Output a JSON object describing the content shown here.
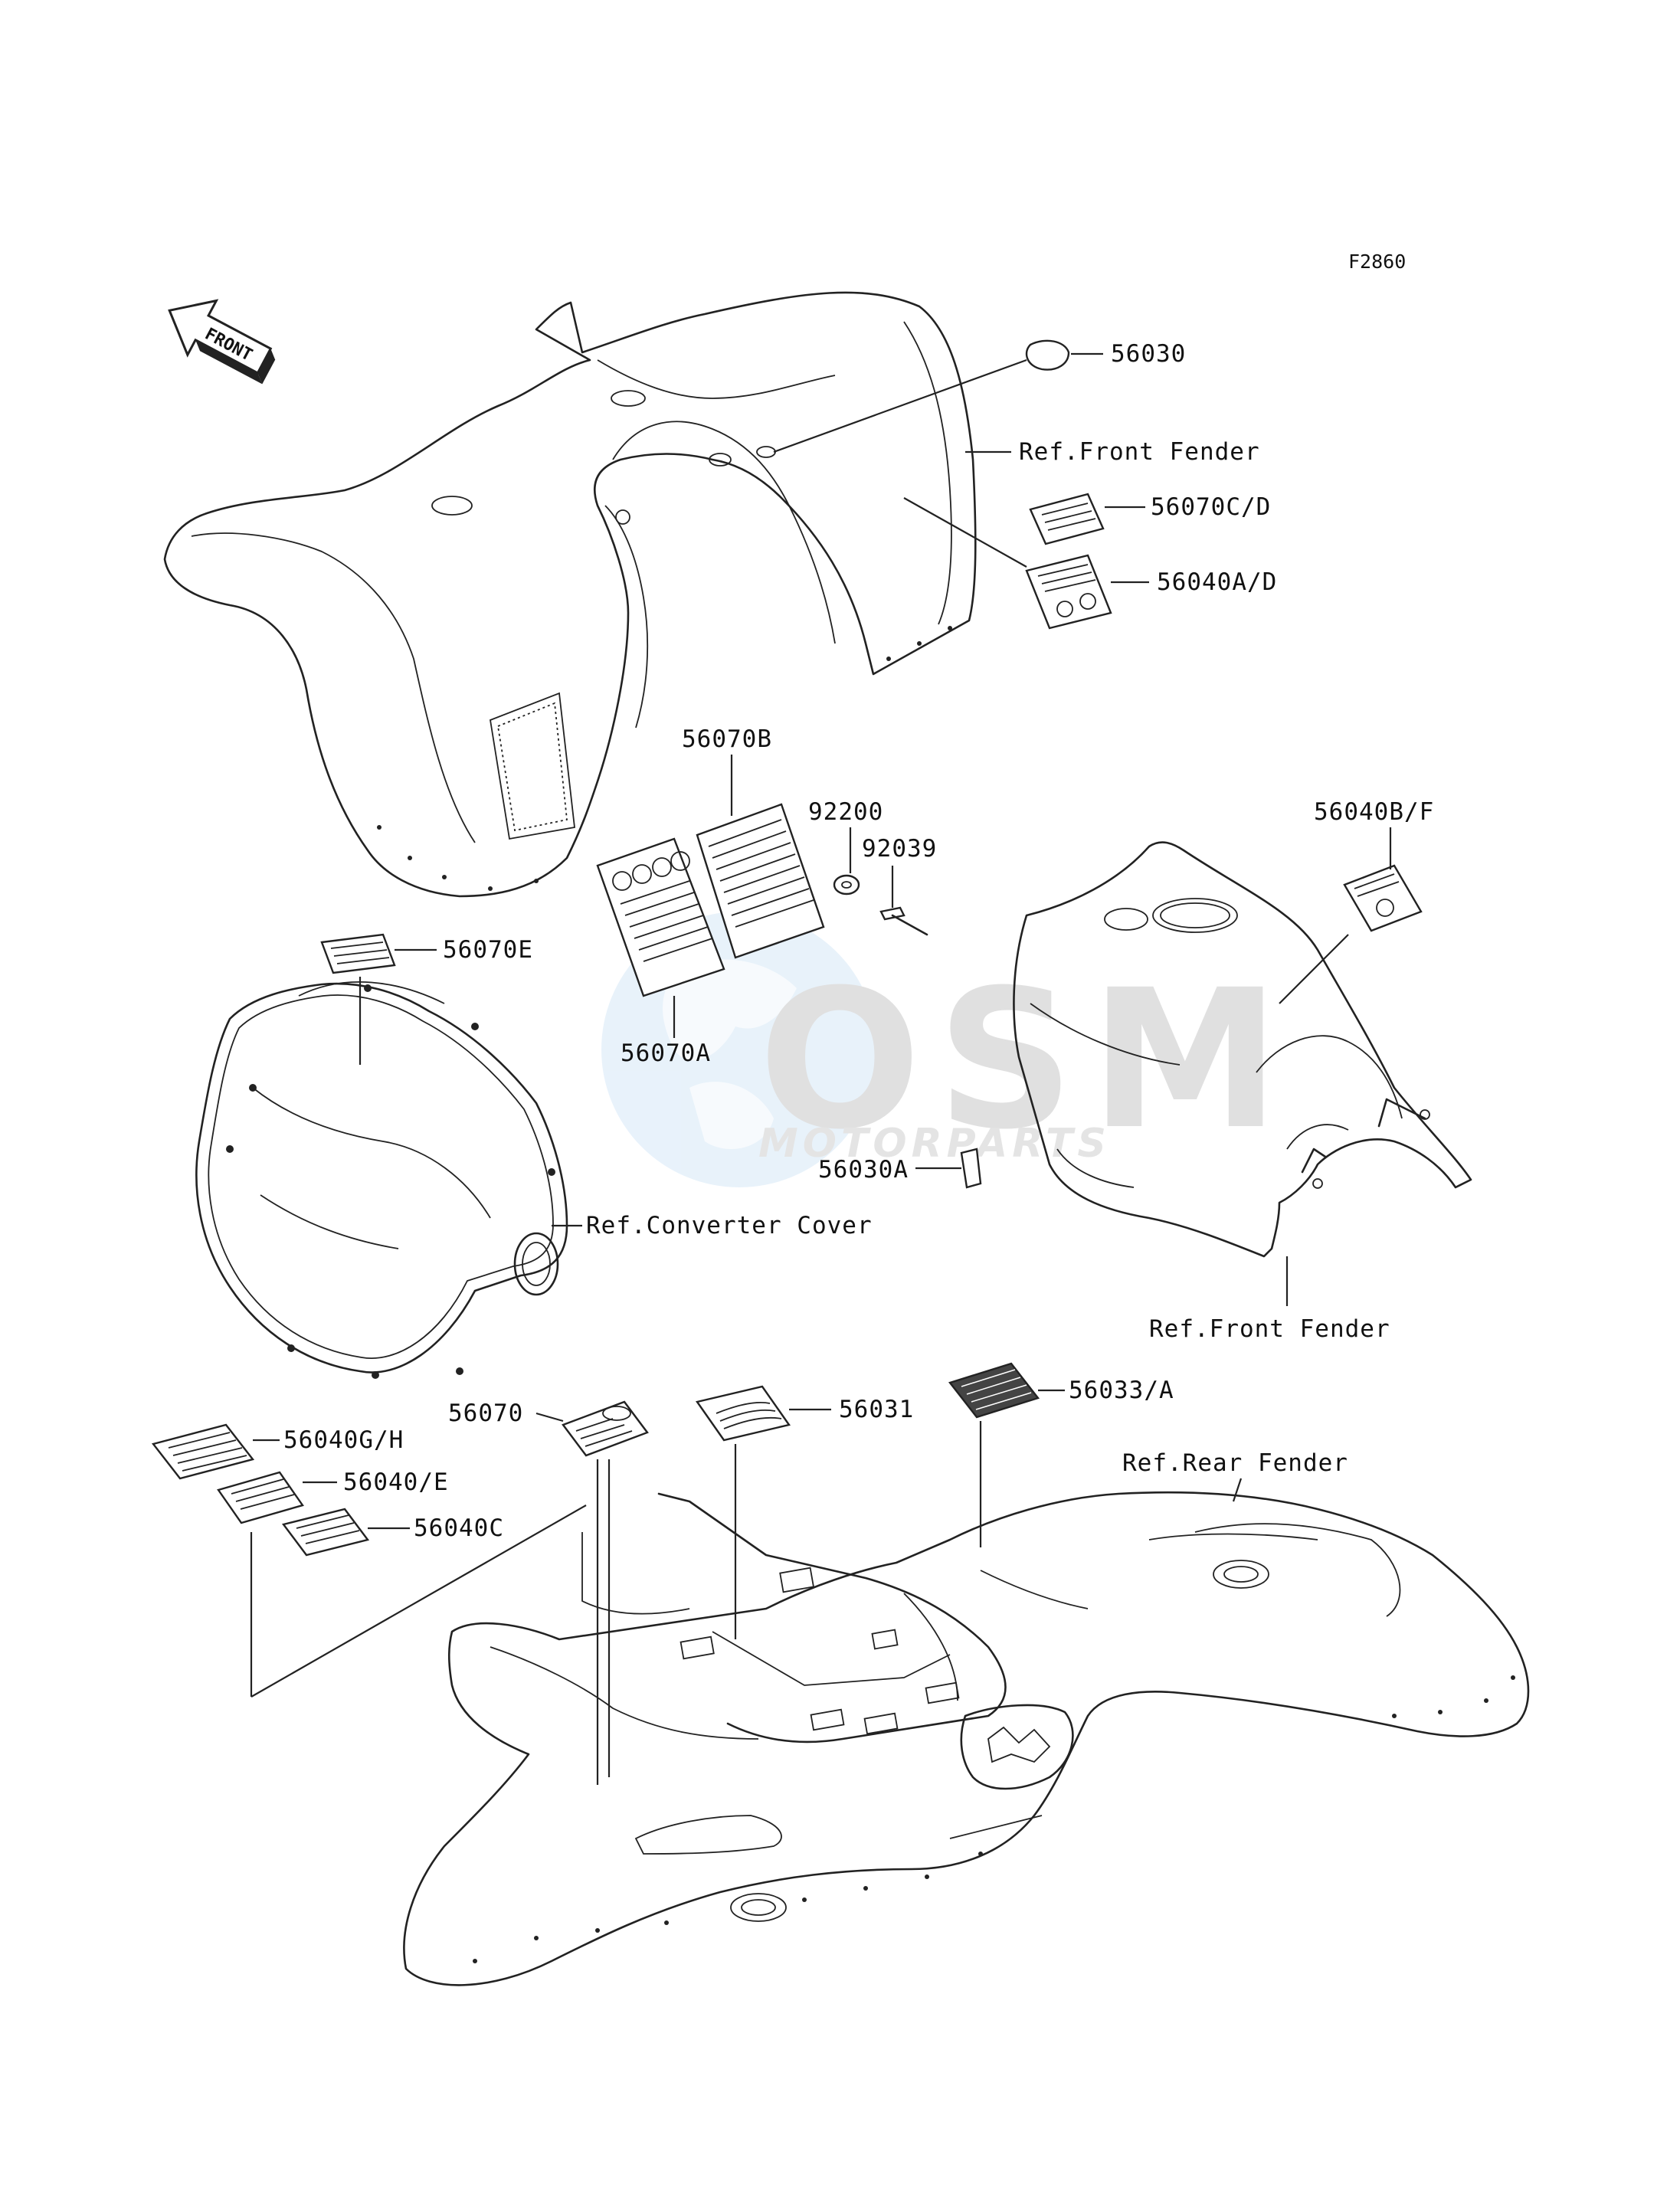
{
  "diagram": {
    "code": "F2860",
    "front_arrow": "FRONT",
    "watermark": {
      "logo": "OSM",
      "sub": "MOTORPARTS"
    },
    "parts": [
      {
        "key": "p56030",
        "label": "56030"
      },
      {
        "key": "p56070cd",
        "label": "56070C/D"
      },
      {
        "key": "p56040ad",
        "label": "56040A/D"
      },
      {
        "key": "p56070b",
        "label": "56070B"
      },
      {
        "key": "p92200",
        "label": "92200"
      },
      {
        "key": "p92039",
        "label": "92039"
      },
      {
        "key": "p56040bf",
        "label": "56040B/F"
      },
      {
        "key": "p56070e",
        "label": "56070E"
      },
      {
        "key": "p56070a",
        "label": "56070A"
      },
      {
        "key": "p56030a",
        "label": "56030A"
      },
      {
        "key": "p56070",
        "label": "56070"
      },
      {
        "key": "p56031",
        "label": "56031"
      },
      {
        "key": "p56033a",
        "label": "56033/A"
      },
      {
        "key": "p56040gh",
        "label": "56040G/H"
      },
      {
        "key": "p56040e",
        "label": "56040/E"
      },
      {
        "key": "p56040c",
        "label": "56040C"
      }
    ],
    "refs": [
      {
        "key": "front_fender_1",
        "label": "Ref.Front Fender"
      },
      {
        "key": "converter_cover",
        "label": "Ref.Converter Cover"
      },
      {
        "key": "front_fender_2",
        "label": "Ref.Front Fender"
      },
      {
        "key": "rear_fender",
        "label": "Ref.Rear Fender"
      }
    ]
  }
}
